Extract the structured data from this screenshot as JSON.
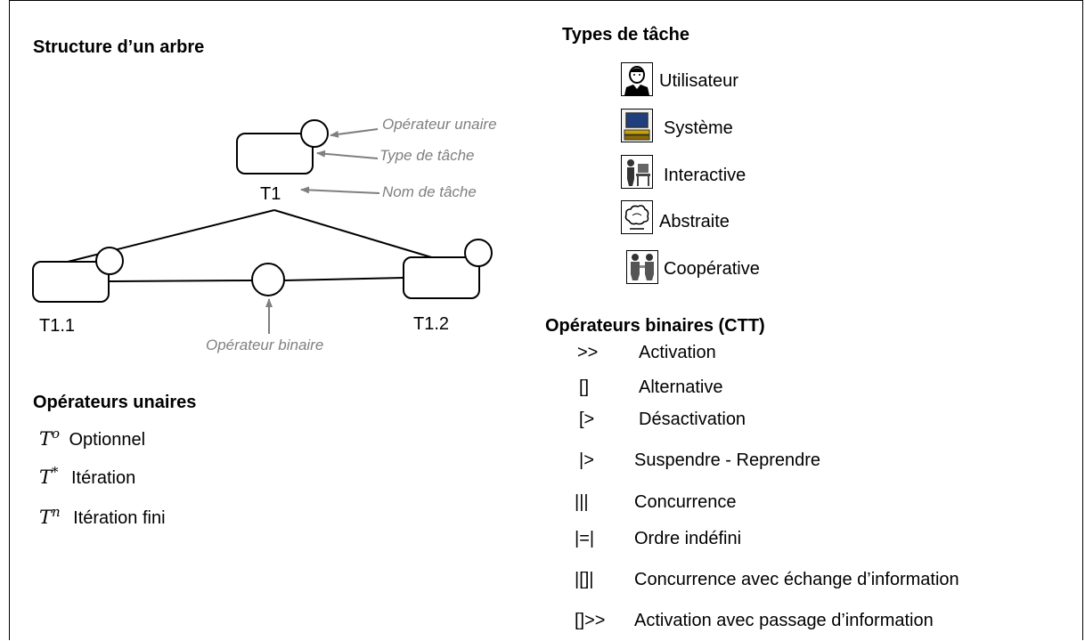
{
  "tree": {
    "title": "Structure d’un arbre",
    "root_label": "T1",
    "left_child_label": "T1.1",
    "right_child_label": "T1.2",
    "annotations": {
      "unary_operator": "Opérateur unaire",
      "task_type": "Type de tâche",
      "task_name": "Nom de tâche",
      "binary_operator": "Opérateur binaire"
    }
  },
  "unary_operators": {
    "title": "Opérateurs unaires",
    "items": [
      {
        "base": "T",
        "sup": "o",
        "label": "Optionnel"
      },
      {
        "base": "T",
        "sup": "*",
        "label": "Itération"
      },
      {
        "base": "T",
        "sup": "n",
        "label": "Itération fini"
      }
    ]
  },
  "task_types": {
    "title": "Types de tâche",
    "items": [
      {
        "icon": "user-icon",
        "label": "Utilisateur"
      },
      {
        "icon": "system-icon",
        "label": "Système"
      },
      {
        "icon": "interactive-icon",
        "label": "Interactive"
      },
      {
        "icon": "abstract-icon",
        "label": "Abstraite"
      },
      {
        "icon": "cooperative-icon",
        "label": "Coopérative"
      }
    ]
  },
  "binary_operators": {
    "title": "Opérateurs binaires (CTT)",
    "items": [
      {
        "symbol": ">>",
        "label": "Activation"
      },
      {
        "symbol": "[]",
        "label": "Alternative"
      },
      {
        "symbol": "[>",
        "label": "Désactivation"
      },
      {
        "symbol": "|>",
        "label": "Suspendre - Reprendre"
      },
      {
        "symbol": "|||",
        "label": "Concurrence"
      },
      {
        "symbol": "|=|",
        "label": "Ordre indéfini"
      },
      {
        "symbol": "|[]|",
        "label": "Concurrence avec échange d’information"
      },
      {
        "symbol": "[]>>",
        "label": "Activation avec passage d’information"
      }
    ]
  },
  "colors": {
    "annotation": "#7f7f7f",
    "line": "#000000"
  }
}
